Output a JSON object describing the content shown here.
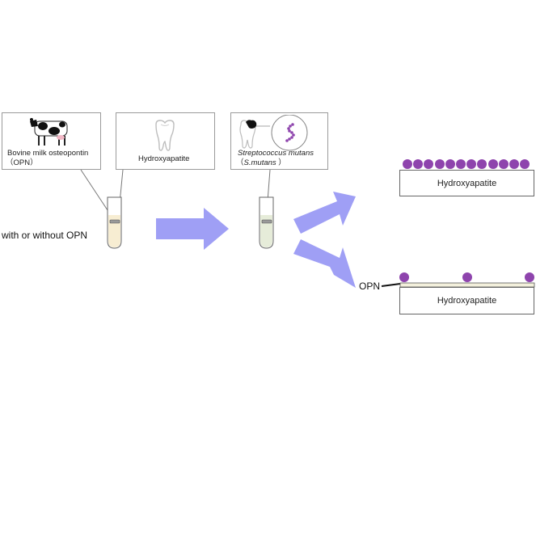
{
  "panels": {
    "opn": {
      "line1": "Bovine milk osteopontin",
      "line2": "（OPN）",
      "icon": "cow-icon"
    },
    "ha": {
      "label": "Hydroxyapatite",
      "icon": "tooth-icon"
    },
    "smutans": {
      "line1": "Streptococcus mutans",
      "line2_open": "（",
      "line2_name": "S.mutans",
      "line2_close": " ）",
      "icon": "bacteria-icon"
    }
  },
  "condition_label": "with or without OPN",
  "results": {
    "top": {
      "surface_label": "Hydroxyapatite",
      "bacteria_count": 12
    },
    "bottom": {
      "surface_label": "Hydroxyapatite",
      "coating_label": "OPN",
      "bacteria_count": 3
    }
  },
  "colors": {
    "arrow": "#9f9ff5",
    "bacteria": "#8e44ad",
    "tube_fill_1": "#f7edd2",
    "tube_fill_2": "#e6ecd9",
    "coating": "#f3f0dc"
  }
}
